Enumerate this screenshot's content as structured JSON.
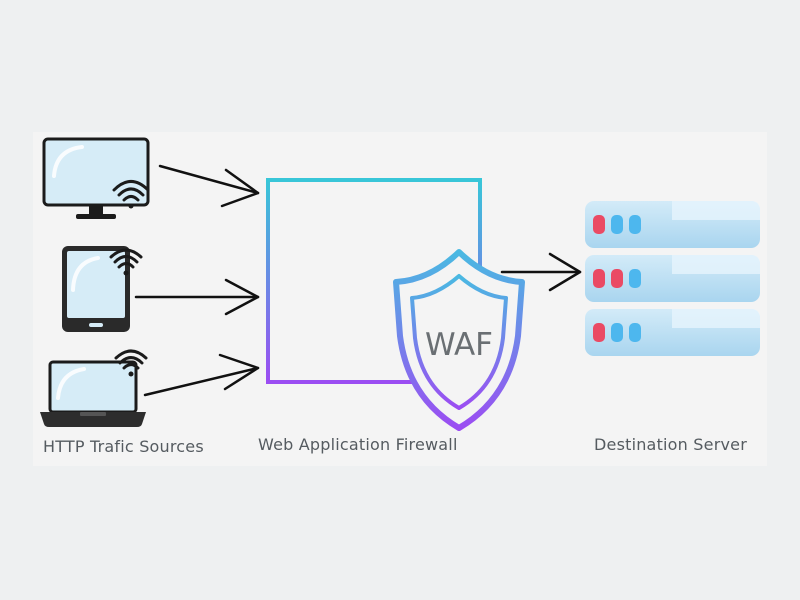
{
  "diagram": {
    "labels": {
      "sources": "HTTP Trafic Sources",
      "firewall": "Web Application Firewall",
      "server": "Destination Server"
    },
    "waf_badge": "WAF",
    "sources": [
      "monitor-icon",
      "tablet-icon",
      "laptop-icon"
    ],
    "colors": {
      "page_background": "#eef0f1",
      "panel_background": "#f4f4f4",
      "gradient_top": "#38c6d8",
      "gradient_bottom": "#9b4df2",
      "device_outline": "#1b1b1b",
      "screen_fill": "#d6ecf7",
      "server_body": "#bfe0f3",
      "led_red": "#ea4a64",
      "led_blue": "#4db7ee"
    }
  }
}
